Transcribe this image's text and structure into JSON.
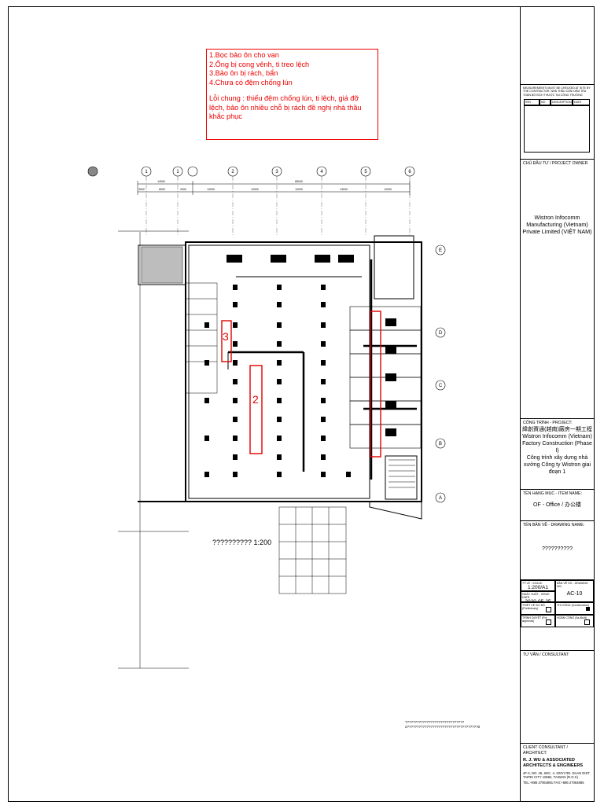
{
  "notes": {
    "line1": "1.Bọc bảo ôn cho van",
    "line2": "2.Ống bị cong vênh, ti treo lệch",
    "line3": "3.Bảo ôn bị rách, bẩn",
    "line4": "4.Chưa có đệm chống lún",
    "summary": "Lỗi chung : thiếu đệm chống lún, ti lệch, giá đỡ lệch, bảo ôn nhiều chỗ bị rách đề nghị nhà thầu khắc phục"
  },
  "markers": {
    "m2": "2",
    "m3": "3"
  },
  "grid": {
    "columns": [
      "1",
      "1",
      "2",
      "3",
      "4",
      "5",
      "6"
    ],
    "rows": [
      "E",
      "D",
      "C",
      "B",
      "A"
    ],
    "dims_top": [
      "14000",
      "85000"
    ],
    "dims_sub": [
      "3000",
      "8000",
      "2000",
      "12000",
      "12000",
      "12000",
      "13000",
      "12000"
    ]
  },
  "plan": {
    "scale_label": "??????????   1:200",
    "footer_line1": "??????????????????????????????",
    "footer_line2": "2????????????????????????????????????0"
  },
  "title_block": {
    "disclaimer": "MEASUREMENTS MUST BE CHECKED AT SITE BY THE CONTRACTOR. NHÀ THẦU CẦN KIỂM TRA TOÀN BỘ KÍCH THƯỚC TẠI CÔNG TRƯỜNG",
    "rev_headers": [
      "REV",
      "NO",
      "DESCRIPTION",
      "DATE"
    ],
    "owner_label": "CHỦ ĐẦU TƯ / PROJECT OWNER",
    "owner_name": "Wistron Infocomm Manufacturing (Vietnam) Private Limited (VIỆT NAM)",
    "project_label": "CÔNG TRÌNH - PROJECT:",
    "project_cn": "緯創資通(越南)廠房一期工程",
    "project_en": "Wistron Infocomm (Vietnam) Factory Construction (Phase I)",
    "project_vn": "Công trình xây dựng nhà xưởng Công ty Wistron giai đoạn 1",
    "item_label": "TÊN HẠNG MỤC - ITEM NAME:",
    "item_name": "OF - Office / 办公楼",
    "drawing_label": "TÊN BẢN VẼ - DRAWING NAME:",
    "drawing_name": "??????????",
    "scale_label": "TỶ LỆ - SCALE:",
    "scale_value": "1:200/A1",
    "drawing_no_label": "BẢN VẼ SỐ - DRAWING NO.:",
    "drawing_no": "AC-10",
    "date_label": "NGÀY XUẤT - ISSUE DATE:",
    "date_value": "2020-05-25",
    "design_label": "THIẾT KẾ SƠ BỘ (Preliminary)",
    "construction_label": "THI CÔNG (Construction)",
    "approval_label": "TRÌNH DUYỆT (For approval)",
    "asbuilt_label": "HOÀN CÔNG (As-Built)",
    "consultant_label": "TƯ VẤN / CONSULTANT",
    "architect_label": "CLIENT CONSULTANT / ARCHITECT:",
    "architect_name": "R. J. WU & ASSOCIATED ARCHITECTS & ENGINEERS",
    "architect_addr": "4F-3, NO. 45, SEC. 4, XINYI RD. DAAN DIST. TAIPEI CITY 10684, TAIWAN (R.O.C)",
    "architect_tel": "TEL:+886 27064891 FAX:+886 27064885"
  },
  "colors": {
    "markup": "#e00000",
    "line": "#000000",
    "background": "#ffffff"
  }
}
